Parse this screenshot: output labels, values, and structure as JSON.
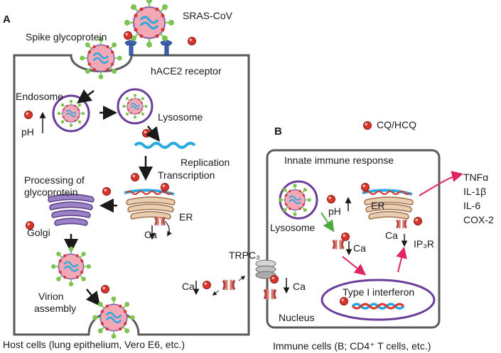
{
  "panel_a": {
    "letter": "A",
    "virus": "SRAS-CoV",
    "spike": "Spike glycoprotein",
    "receptor": "hACE2 receptor",
    "endosome": "Endosome",
    "ph": "pH",
    "lysosome": "Lysosome",
    "replication": "Replication",
    "transcription": "Transcription",
    "processing_1": "Processing of",
    "processing_2": "glycoprotein",
    "er": "ER",
    "golgi": "Golgi",
    "ca": "Ca",
    "virion_1": "Virion",
    "virion_2": "assembly",
    "caption": "Host cells (lung epithelium, Vero E6, etc.)"
  },
  "panel_b": {
    "letter": "B",
    "drug": "CQ/HCQ",
    "innate": "Innate immune response",
    "lysosome": "Lysosome",
    "ph": "pH",
    "ca": "Ca",
    "er": "ER",
    "ip3r": "IP₃R",
    "trpc3": "TRPC₃",
    "interferon": "Type I interferon",
    "nucleus": "Nucleus",
    "cytokines": [
      "TNFα",
      "IL-1β",
      "IL-6",
      "COX-2"
    ],
    "caption": "Immune cells (B; CD4⁺ T cells, etc.)"
  },
  "colors": {
    "membrane": "#5a5a5a",
    "drug": "#d9352b",
    "rna_blue": "#29a9e0",
    "rna_red": "#d9352b",
    "golgi": "#7b5fa8",
    "er": "#c99a6e",
    "green_arrow": "#4aaa3c",
    "red_arrow": "#e0245e",
    "virus_spike": "#7dc352",
    "virus_envelope": "#8b5fb5"
  },
  "icons": [
    "virus-icon",
    "ace2-receptor-icon",
    "drug-molecule-icon",
    "rna-strand-icon",
    "golgi-icon",
    "er-icon",
    "channel-icon"
  ]
}
